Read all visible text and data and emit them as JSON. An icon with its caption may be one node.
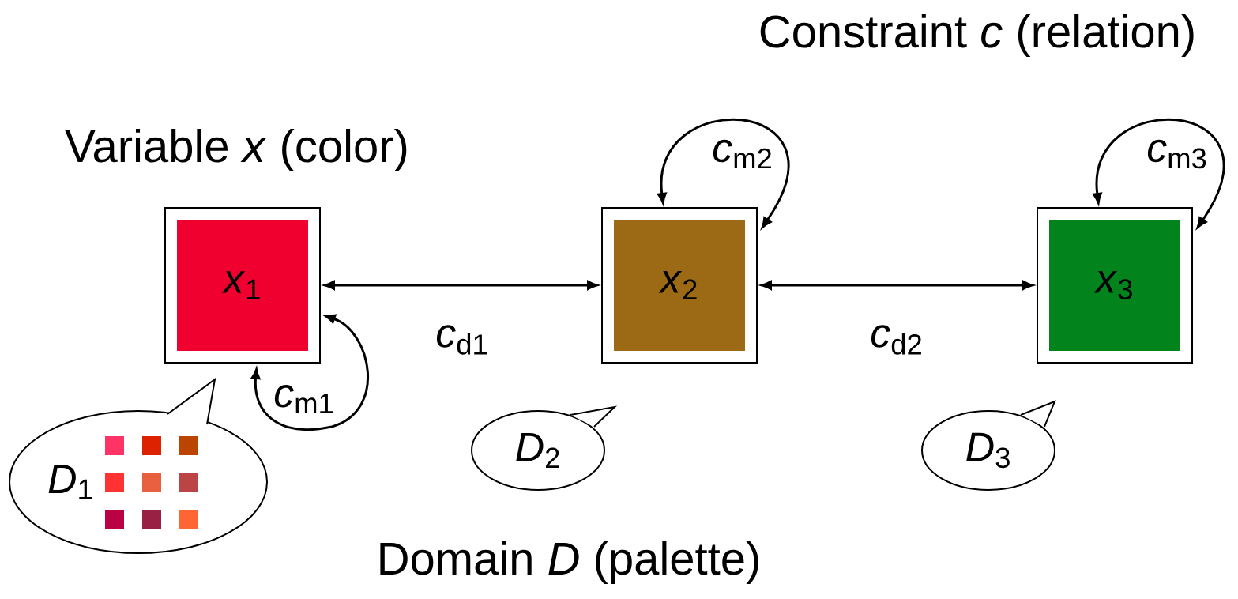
{
  "diagram": {
    "nodes": [
      {
        "text": [
          "*x*$_{1}$"
        ]
      },
      {
        "text": [
          "*x*$_{2}$"
        ]
      },
      {
        "text": [
          "*x*$_{3}$"
        ]
      },
      {
        "text": [
          "*D*$_{1}$"
        ]
      },
      {
        "text": [
          "*D*$_{2}$"
        ]
      },
      {
        "text": [
          "*D*$_{3}$"
        ]
      }
    ],
    "edges": [
      {
        "from": 0,
        "to": 1,
        "arrow": "both",
        "label": "*c*$_{d1}$"
      },
      {
        "from": 1,
        "to": 2,
        "arrow": "both",
        "label": "*c*$_{d2}$"
      },
      {
        "from": 0,
        "to": 0,
        "arrow": "both",
        "label": "*c*$_{m1}$"
      },
      {
        "from": 1,
        "to": 1,
        "arrow": "both",
        "label": "*c*$_{m2}$"
      },
      {
        "from": 2,
        "to": 2,
        "arrow": "both",
        "label": "*c*$_{m3}$"
      }
    ],
    "labels": [
      "Constraint *c* (relation)",
      "Variable *x* (color)",
      "Domain *D* (palette)"
    ]
  }
}
